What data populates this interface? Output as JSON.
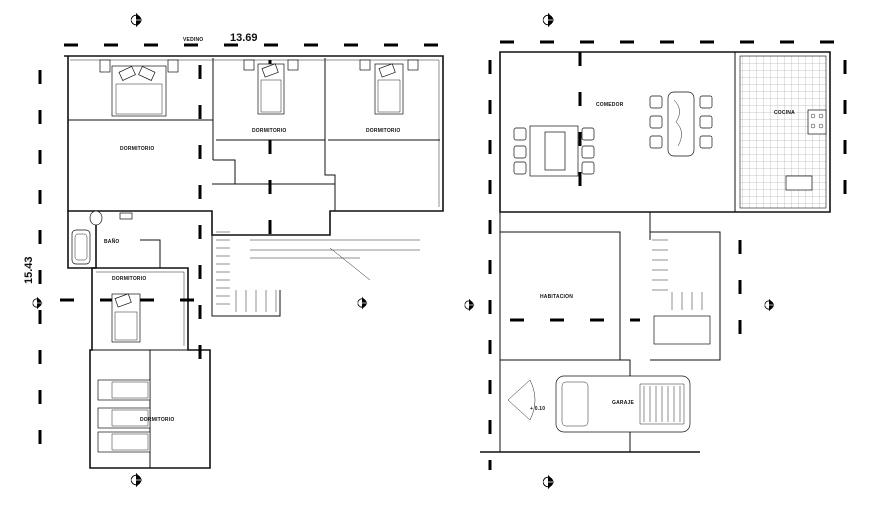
{
  "dimensions": {
    "top_prefix": "VEDINO",
    "top_value": "13.69",
    "side_value": "15.43",
    "garage_level": "+ 0.10"
  },
  "rooms": {
    "dorm_main": "DORMITORIO",
    "dorm_mid": "DORMITORIO",
    "dorm_right": "DORMITORIO",
    "bano": "BAÑO",
    "dorm_lower": "DORMITORIO",
    "dorm_bottom": "DORMITORIO",
    "comedor": "COMEDOR",
    "cocina": "COCINA",
    "habitacion": "HABITACION",
    "garaje": "GARAJE"
  }
}
